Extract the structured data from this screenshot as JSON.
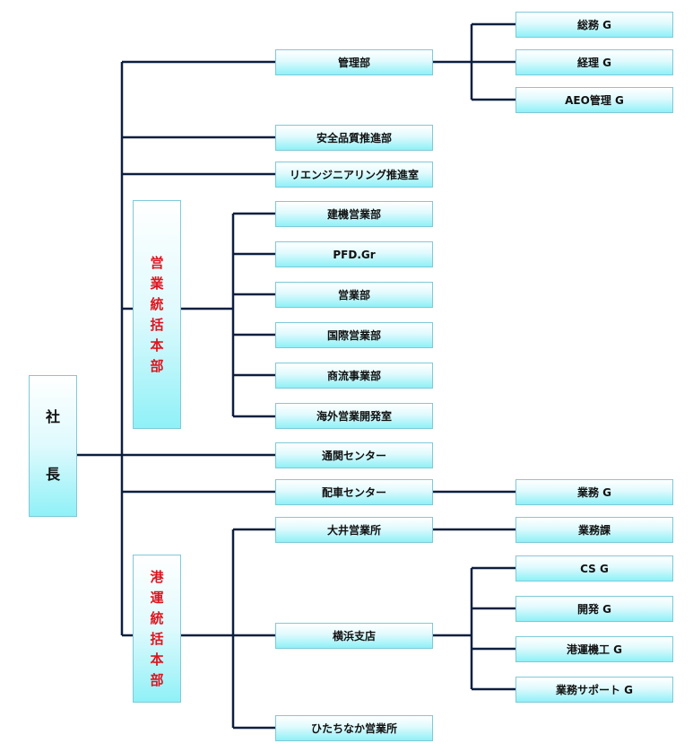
{
  "president": {
    "chars": [
      "社",
      "長"
    ]
  },
  "sales_hq": {
    "chars": [
      "営",
      "業",
      "統",
      "括",
      "本",
      "部"
    ]
  },
  "port_hq": {
    "chars": [
      "港",
      "運",
      "統",
      "括",
      "本",
      "部"
    ]
  },
  "departments": {
    "admin": "管理部",
    "safety_quality": "安全品質推進部",
    "reengineering": "リエンジニアリング推進室",
    "construction_sales": "建機営業部",
    "pfd": "PFD.Gr",
    "sales": "営業部",
    "intl_sales": "国際営業部",
    "logistics": "商流事業部",
    "overseas_dev": "海外営業開発室",
    "customs": "通関センター",
    "dispatch": "配車センター",
    "ooi": "大井営業所",
    "yokohama": "横浜支店",
    "hitachinaka": "ひたちなか営業所"
  },
  "groups": {
    "general_affairs": "総務 G",
    "accounting": "経理 G",
    "aeo": "AEO管理 G",
    "dispatch_ops": "業務 G",
    "ooi_ops": "業務課",
    "cs": "CS G",
    "development": "開発 G",
    "port_machinery": "港運機工 G",
    "ops_support": "業務サポート G"
  },
  "colors": {
    "line": "#0d1f3f",
    "box_border": "#7fc9d8",
    "box_fill_top": "#ffffff",
    "box_fill_bottom": "#8ff1f7",
    "hq_text": "#e0141e"
  }
}
